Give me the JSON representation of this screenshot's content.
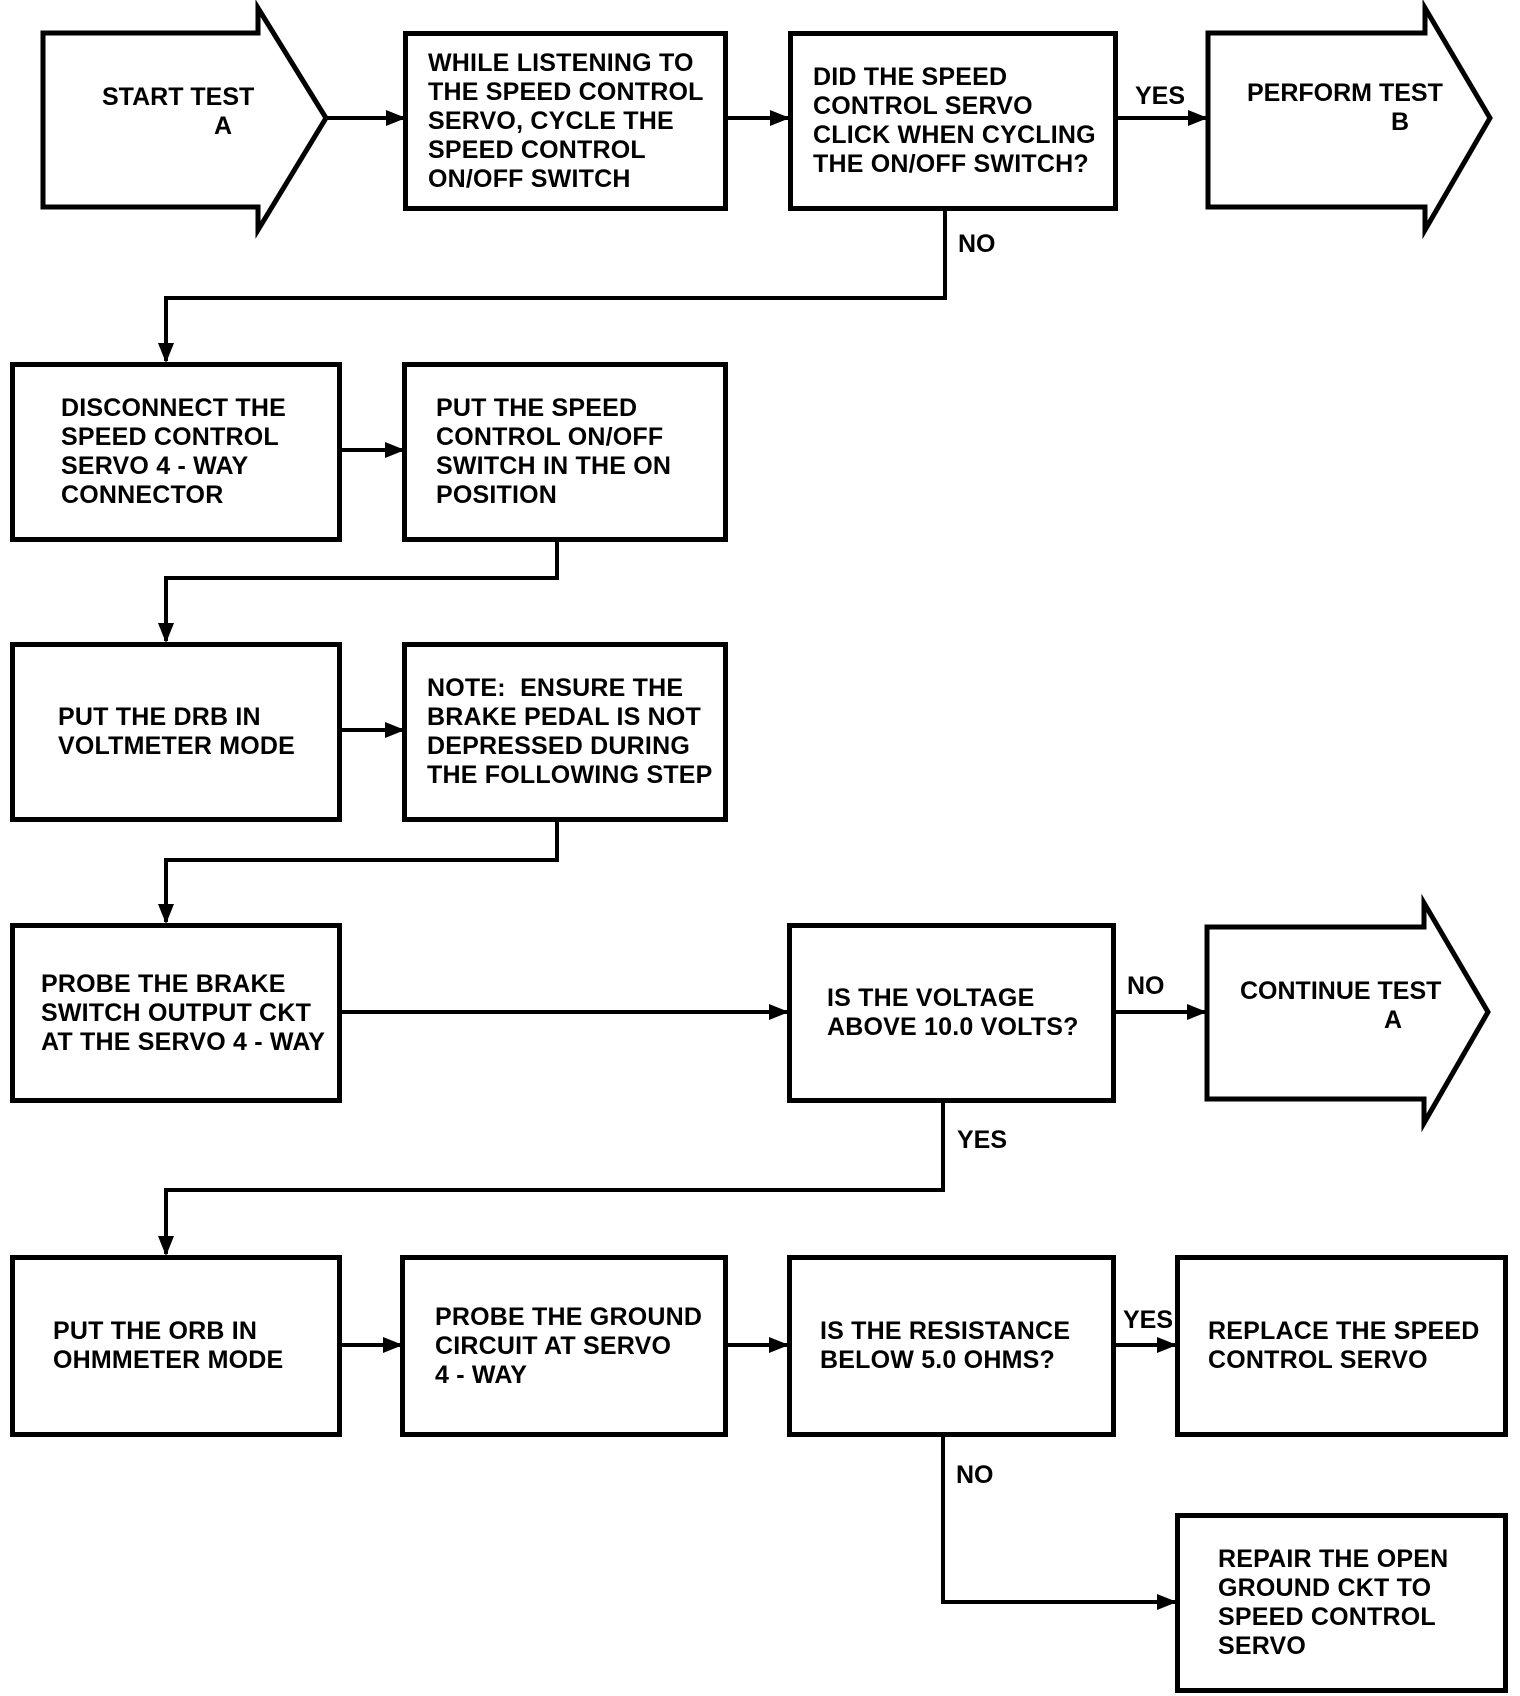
{
  "nodes": {
    "start_test_a": {
      "lines": [
        "START TEST",
        "A"
      ]
    },
    "listen_servo": {
      "lines": [
        "WHILE LISTENING TO",
        "THE SPEED CONTROL",
        "SERVO, CYCLE THE",
        "SPEED CONTROL",
        "ON/OFF SWITCH"
      ]
    },
    "servo_click_question": {
      "lines": [
        "DID THE SPEED",
        "CONTROL SERVO",
        "CLICK WHEN CYCLING",
        "THE ON/OFF SWITCH?"
      ]
    },
    "perform_test_b": {
      "lines": [
        "PERFORM TEST",
        "B"
      ]
    },
    "disconnect_connector": {
      "lines": [
        "DISCONNECT THE",
        "SPEED CONTROL",
        "SERVO 4 - WAY",
        "CONNECTOR"
      ]
    },
    "switch_on": {
      "lines": [
        "PUT THE SPEED",
        "CONTROL ON/OFF",
        "SWITCH IN THE ON",
        "POSITION"
      ]
    },
    "voltmeter_mode": {
      "lines": [
        "PUT THE DRB IN",
        "VOLTMETER MODE"
      ]
    },
    "brake_note": {
      "lines": [
        "NOTE:  ENSURE THE",
        "BRAKE PEDAL IS NOT",
        "DEPRESSED DURING",
        "THE FOLLOWING STEP"
      ]
    },
    "probe_brake_switch": {
      "lines": [
        "PROBE THE BRAKE",
        "SWITCH OUTPUT CKT",
        "AT THE SERVO 4 - WAY"
      ]
    },
    "voltage_question": {
      "lines": [
        "IS THE VOLTAGE",
        "ABOVE 10.0 VOLTS?"
      ]
    },
    "continue_test_a": {
      "lines": [
        "CONTINUE TEST",
        "A"
      ]
    },
    "ohmmeter_mode": {
      "lines": [
        "PUT THE ORB IN",
        "OHMMETER MODE"
      ]
    },
    "probe_ground": {
      "lines": [
        "PROBE THE GROUND",
        "CIRCUIT AT SERVO",
        "4 - WAY"
      ]
    },
    "resistance_question": {
      "lines": [
        "IS THE RESISTANCE",
        "BELOW 5.0 OHMS?"
      ]
    },
    "replace_servo": {
      "lines": [
        "REPLACE THE SPEED",
        "CONTROL SERVO"
      ]
    },
    "repair_ground": {
      "lines": [
        "REPAIR THE OPEN",
        "GROUND CKT TO",
        "SPEED CONTROL",
        "SERVO"
      ]
    }
  },
  "edge_labels": {
    "click_yes": "YES",
    "click_no": "NO",
    "voltage_no": "NO",
    "voltage_yes": "YES",
    "resistance_yes": "YES",
    "resistance_no": "NO"
  }
}
